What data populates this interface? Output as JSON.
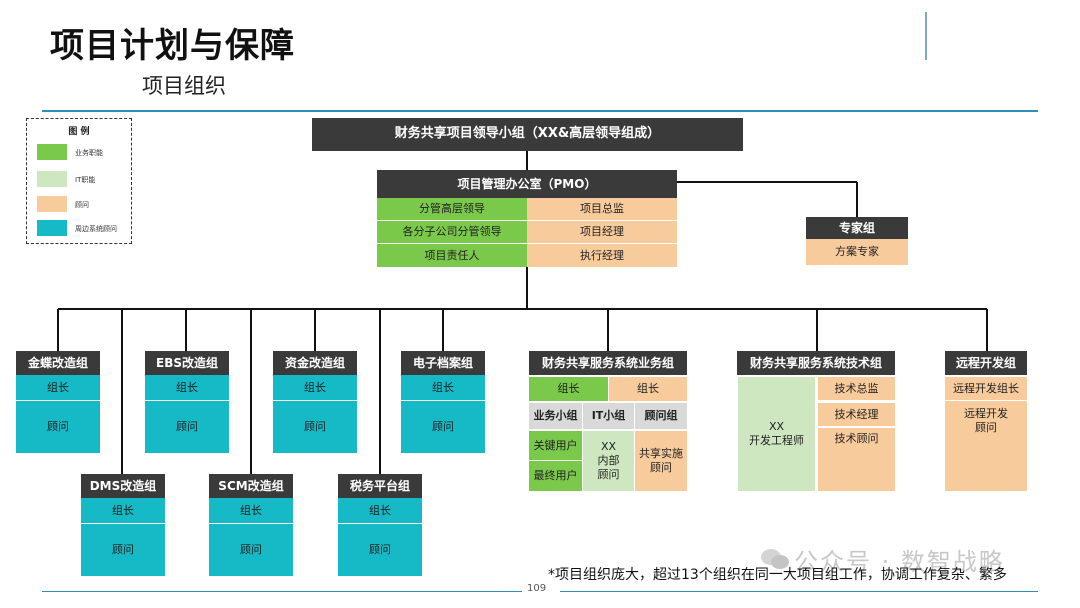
{
  "header": {
    "title": "项目计划与保障",
    "subtitle": "项目组织"
  },
  "legend": {
    "title": "图 例",
    "items": [
      {
        "label": "业务职能",
        "color": "#7bc94a"
      },
      {
        "label": "IT职能",
        "color": "#cfe7c0"
      },
      {
        "label": "顾问",
        "color": "#f8cb9c"
      },
      {
        "label": "周边系统顾问",
        "color": "#16b9c6"
      }
    ]
  },
  "leadership": "财务共享项目领导小组（XX&高层领导组成）",
  "pmo": {
    "title": "项目管理办公室（PMO）",
    "left": [
      "分管高层领导",
      "各分子公司分管领导",
      "项目责任人"
    ],
    "right": [
      "项目总监",
      "项目经理",
      "执行经理"
    ]
  },
  "expert": {
    "title": "专家组",
    "member": "方案专家"
  },
  "small_groups": {
    "jindie": {
      "title": "金蝶改造组",
      "lead": "组长",
      "member": "顾问"
    },
    "ebs": {
      "title": "EBS改造组",
      "lead": "组长",
      "member": "顾问"
    },
    "zijin": {
      "title": "资金改造组",
      "lead": "组长",
      "member": "顾问"
    },
    "dianzi": {
      "title": "电子档案组",
      "lead": "组长",
      "member": "顾问"
    },
    "dms": {
      "title": "DMS改造组",
      "lead": "组长",
      "member": "顾问"
    },
    "scm": {
      "title": "SCM改造组",
      "lead": "组长",
      "member": "顾问"
    },
    "shuiwu": {
      "title": "税务平台组",
      "lead": "组长",
      "member": "顾问"
    }
  },
  "business_group": {
    "title": "财务共享服务系统业务组",
    "lead_left": "组长",
    "lead_right": "组长",
    "sub_headers": [
      "业务小组",
      "IT小组",
      "顾问组"
    ],
    "business_members": [
      "关键用户",
      "最终用户"
    ],
    "it_member": "XX\n内部\n顾问",
    "consultant_member": "共享实施\n顾问"
  },
  "tech_group": {
    "title": "财务共享服务系统技术组",
    "left": "XX\n开发工程师",
    "right": [
      "技术总监",
      "技术经理",
      "技术顾问"
    ]
  },
  "remote_group": {
    "title": "远程开发组",
    "lead": "远程开发组长",
    "member": "远程开发\n顾问"
  },
  "footer": {
    "note": "*项目组织庞大，超过13个组织在同一大项目组工作，协调工作复杂、繁多",
    "page": "109",
    "watermark": "公众号 · 数智战略"
  }
}
